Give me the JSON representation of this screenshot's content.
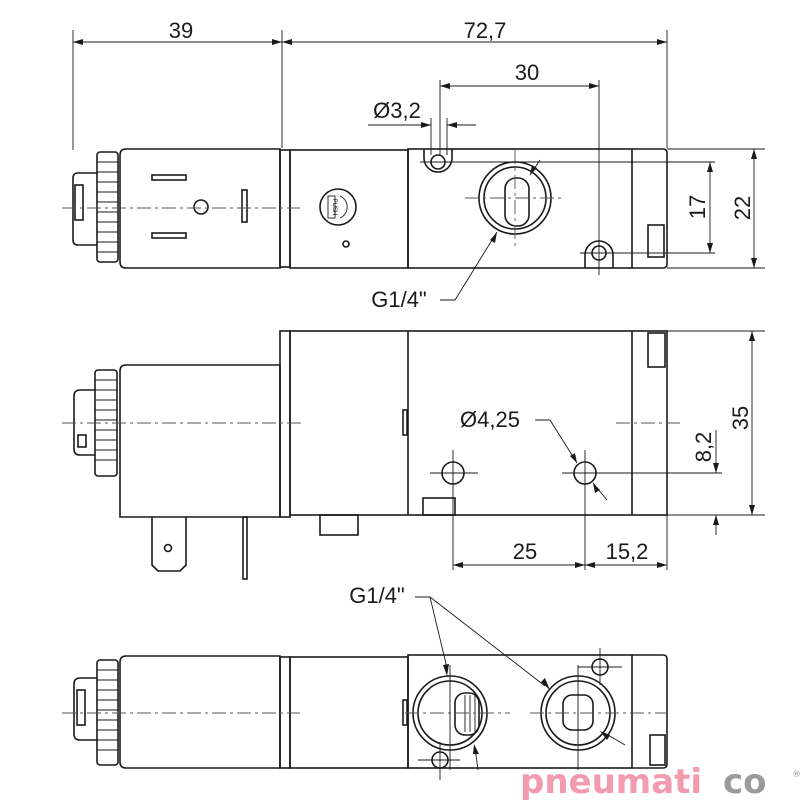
{
  "drawing": {
    "dimensions": {
      "coil_length": "39",
      "body_length": "72,7",
      "mount_hole_spacing": "30",
      "mount_hole_diameter": "Ø3,2",
      "mount_hole_vertical": "17",
      "width": "22",
      "height": "35",
      "side_hole_diameter": "Ø4,25",
      "side_hole_height": "8,2",
      "side_hole_spacing": "25",
      "side_hole_offset": "15,2"
    },
    "port_label_top": "G1/4\"",
    "port_label_bottom": "G1/4\"",
    "button_label": "PUSH"
  },
  "logo": {
    "main": "pneumati",
    "suffix": "co",
    "mark": "®",
    "main_color": "#f29aae",
    "suffix_color": "#9a9a9a"
  }
}
